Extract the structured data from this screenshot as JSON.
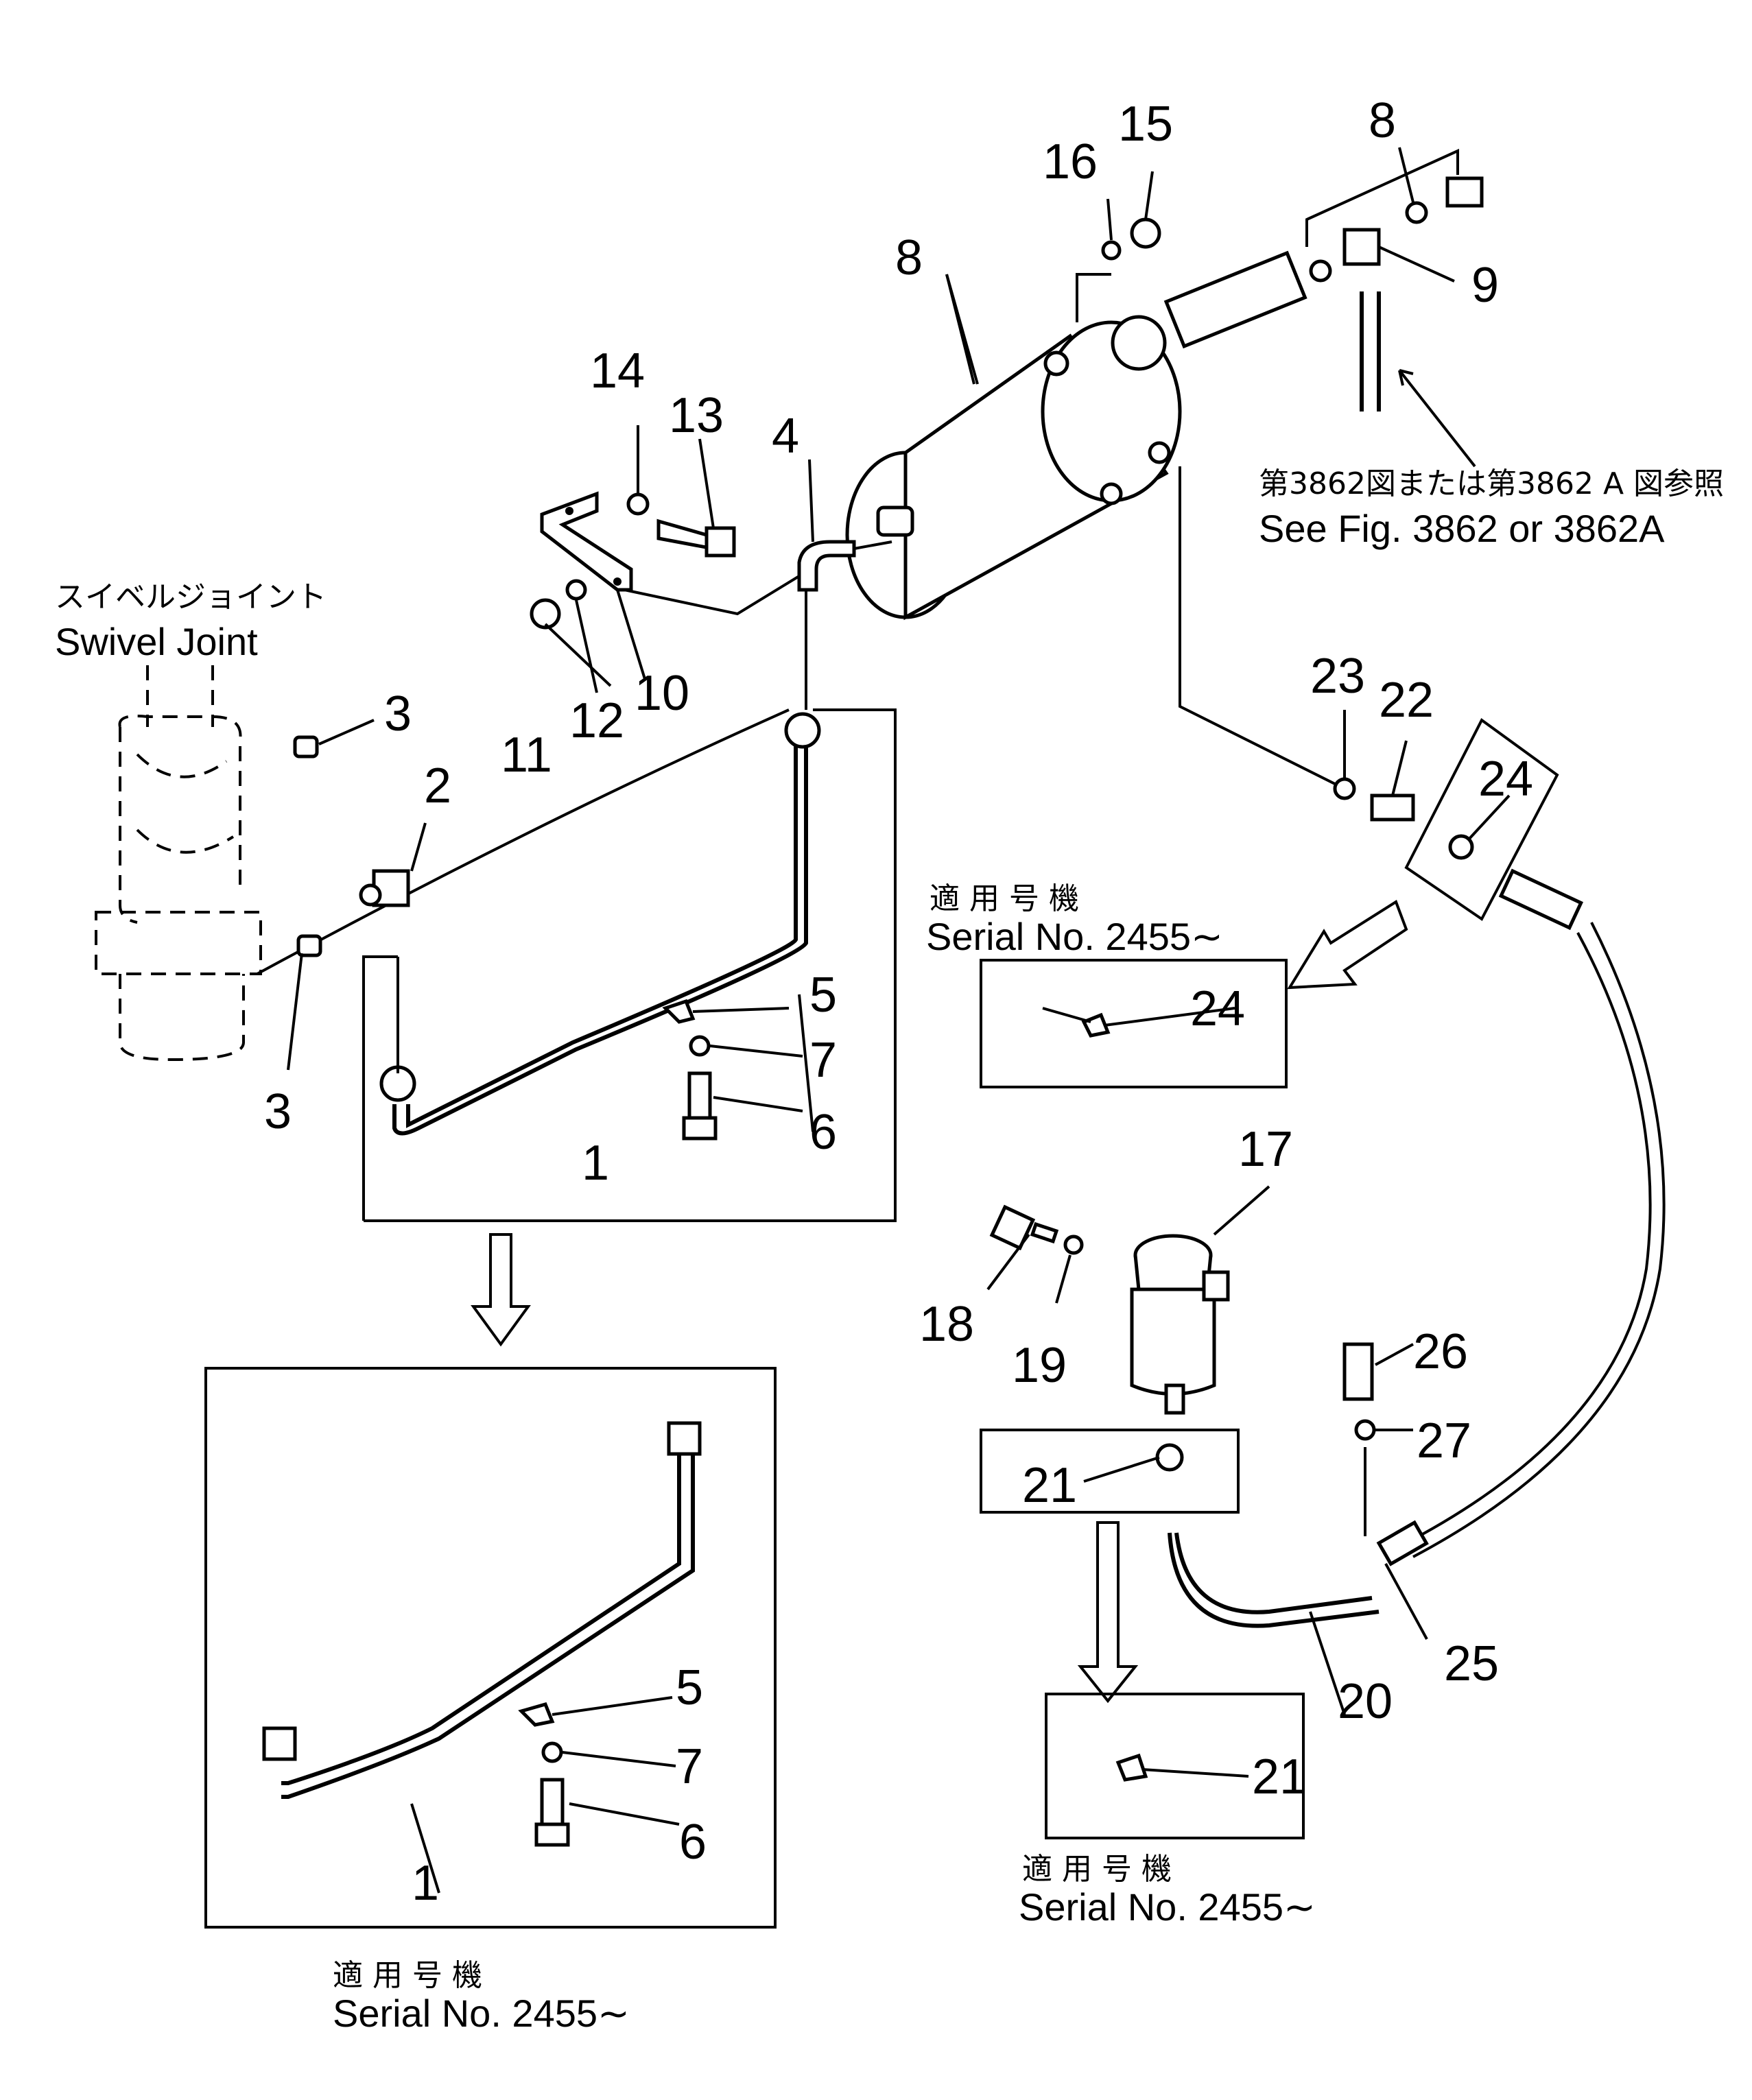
{
  "callouts": {
    "c1a": "1",
    "c1b": "1",
    "c2": "2",
    "c3a": "3",
    "c3b": "3",
    "c4": "4",
    "c5a": "5",
    "c5b": "5",
    "c6a": "6",
    "c6b": "6",
    "c7a": "7",
    "c7b": "7",
    "c8a": "8",
    "c8b": "8",
    "c9": "9",
    "c10": "10",
    "c11": "11",
    "c12": "12",
    "c13": "13",
    "c14": "14",
    "c15": "15",
    "c16": "16",
    "c17": "17",
    "c18": "18",
    "c19": "19",
    "c20": "20",
    "c21a": "21",
    "c21b": "21",
    "c22": "22",
    "c23": "23",
    "c24a": "24",
    "c24b": "24",
    "c25": "25",
    "c26": "26",
    "c27": "27"
  },
  "captions": {
    "swivel_jp": "スイベルジョイント",
    "swivel_en": "Swivel Joint",
    "ref_jp": "第3862図または第3862 A 図参照",
    "ref_en": "See Fig. 3862 or 3862A",
    "serial_jp_1": "適 用 号 機",
    "serial_en_1": "Serial No. 2455∼",
    "serial_jp_2": "適 用 号 機",
    "serial_en_2": "Serial No. 2455∼",
    "serial_jp_3": "適 用 号 機",
    "serial_en_3": "Serial No. 2455∼"
  }
}
